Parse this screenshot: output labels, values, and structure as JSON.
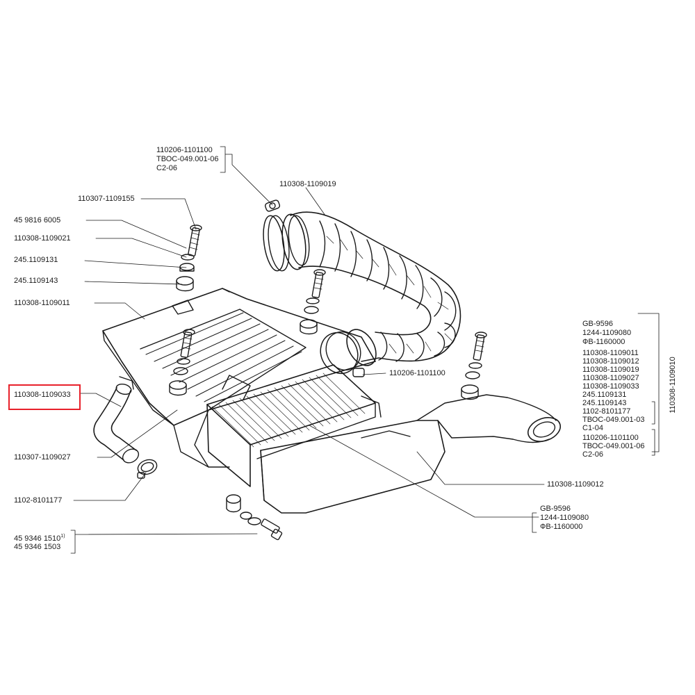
{
  "highlight_color": "#e8202a",
  "callouts": {
    "hose_clamp_top_set": [
      "110206-1101100",
      "ТВОС-049.001-06",
      "С2-06"
    ],
    "air_duct_hose": "110308-1109019",
    "bolt_top": "110307-1109155",
    "washer_top": "45 9816  6005",
    "bushing_top": "110308-1109021",
    "spacer_top": "245.1109131",
    "cushion_top": "245.1109143",
    "air_filter_cover": "110308-1109011",
    "crankcase_hose_highlighted": "110308-1109033",
    "breather_hose": "110307-1109027",
    "small_clamp": "1102-8101177",
    "bolt_bottom_lines": [
      "45 9346  1510",
      "45 9346 1503"
    ],
    "bolt_bottom_footnote": "1)",
    "hose_clamp_mid": "110206-1101100",
    "air_filter_housing": "110308-1109012",
    "filter_element_set": [
      "GB-9596",
      "1244-1109080",
      "ФВ-1160000"
    ]
  },
  "assembly_group": {
    "label": "110308-1109010",
    "items": [
      "GB-9596",
      "1244-1109080",
      "ФВ-1160000",
      "110308-1109011",
      "110308-1109012",
      "110308-1109019",
      "110308-1109027",
      "110308-1109033",
      "245.1109131",
      "245.1109143",
      "1102-8101177",
      "ТВОС-049.001-03",
      "С1-04",
      "110206-1101100",
      "ТВОС-049.001-06",
      "С2-06"
    ]
  }
}
